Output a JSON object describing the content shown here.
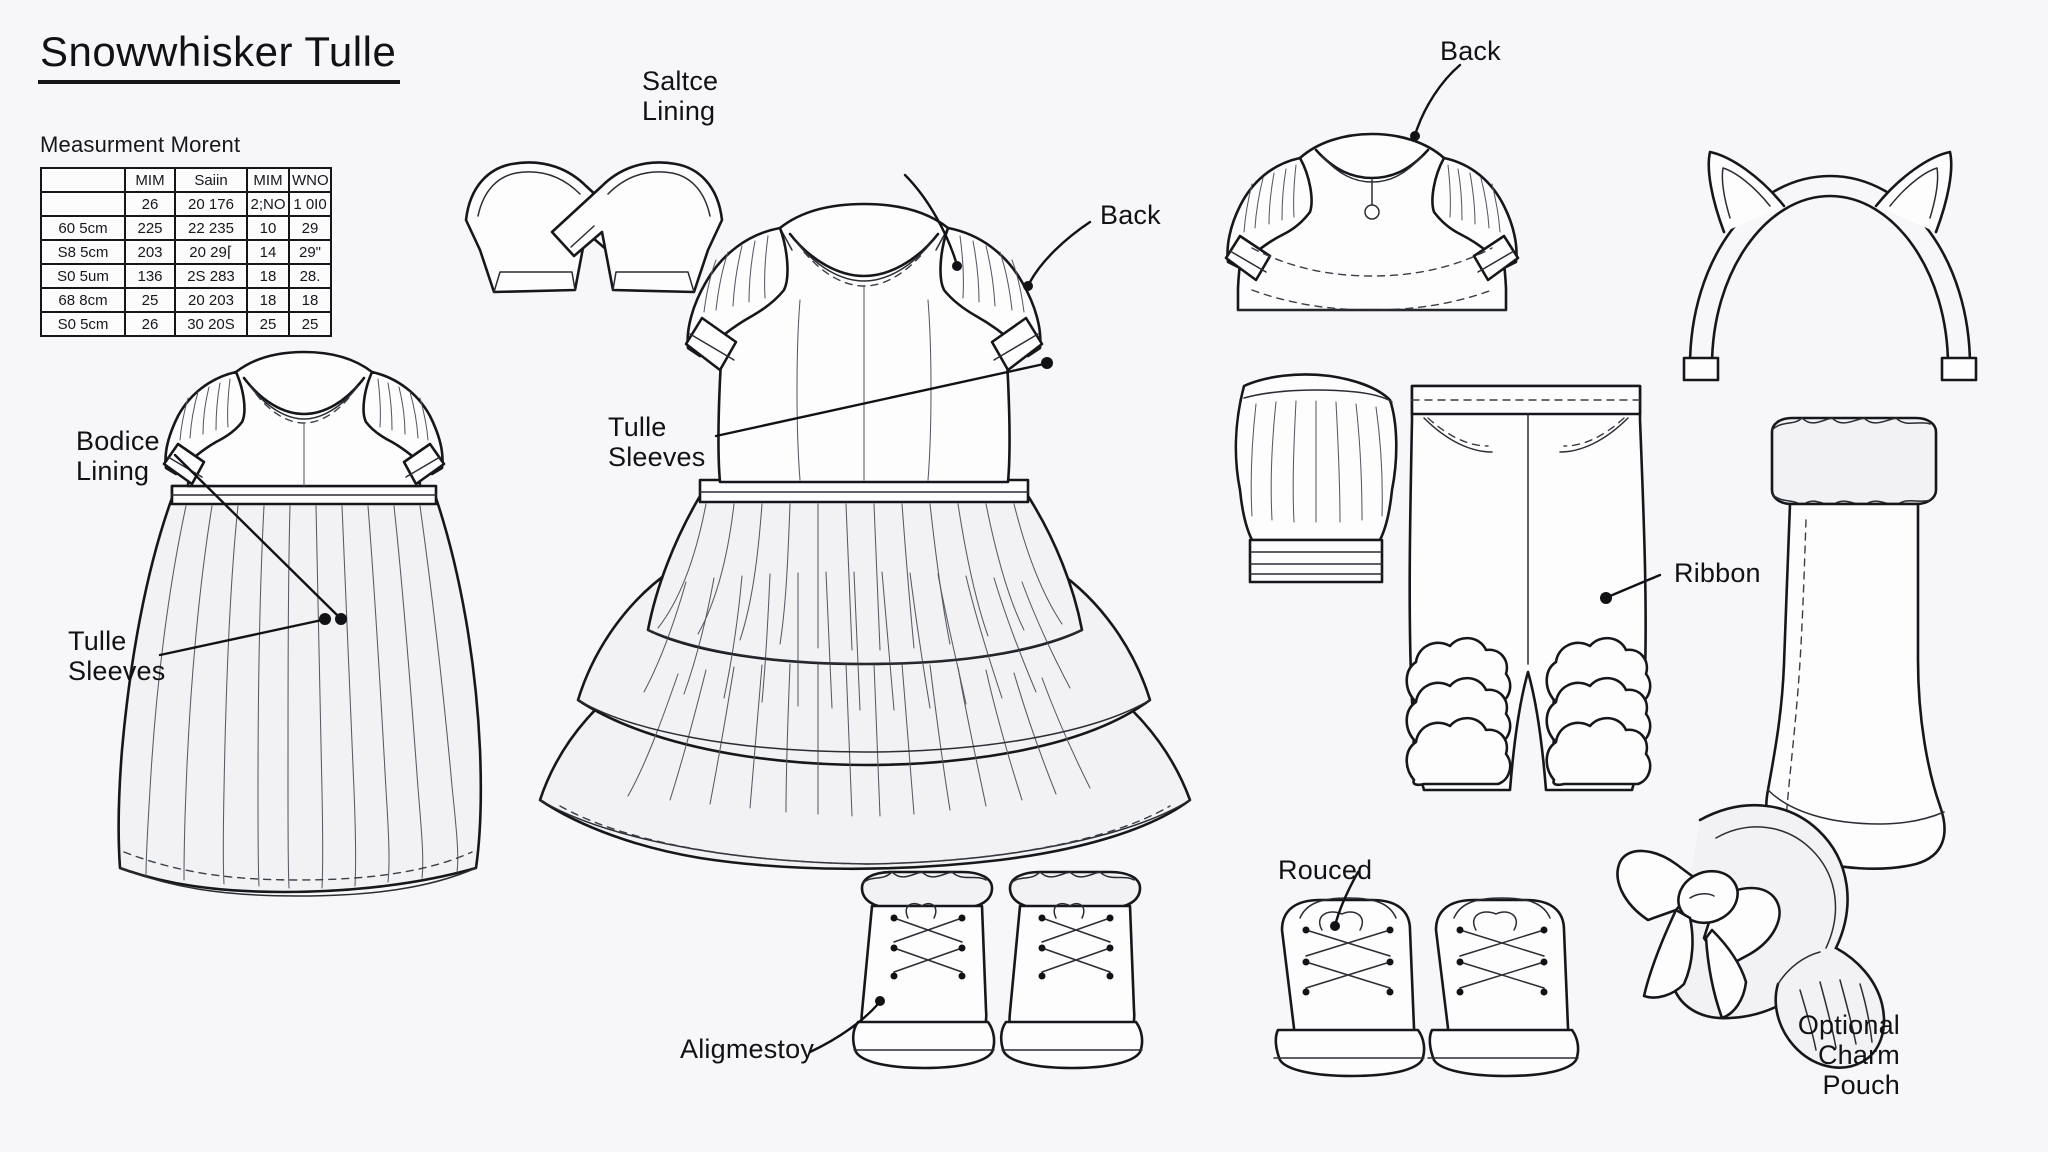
{
  "document": {
    "title": "Snowwhisker Tulle",
    "measurement_caption": "Measurment Morent"
  },
  "measurement_table": {
    "columns": [
      "",
      "MIM",
      "Saiin",
      "MIM",
      "WNO"
    ],
    "rows": [
      {
        "label": "",
        "cells": [
          "26",
          "20 176",
          "2;NO",
          "1 0I0"
        ]
      },
      {
        "label": "60 5cm",
        "cells": [
          "225",
          "22 235",
          "10",
          "29"
        ]
      },
      {
        "label": "S8 5cm",
        "cells": [
          "203",
          "20 29⌈",
          "14",
          "29\""
        ]
      },
      {
        "label": "S0 5um",
        "cells": [
          "136",
          "2S 283",
          "18",
          "28."
        ]
      },
      {
        "label": "68 8cm",
        "cells": [
          "25",
          "20 203",
          "18",
          "18"
        ]
      },
      {
        "label": "S0 5cm",
        "cells": [
          "26",
          "30 20S",
          "25",
          "25"
        ]
      }
    ]
  },
  "annotations": [
    {
      "id": "satice-lining",
      "text": "Saltce\nLining"
    },
    {
      "id": "back-dress",
      "text": "Back"
    },
    {
      "id": "back-top",
      "text": "Back"
    },
    {
      "id": "tulle-sleeves-center",
      "text": "Tulle\nSleeves"
    },
    {
      "id": "bodice-lining",
      "text": "Bodice\nLining"
    },
    {
      "id": "tulle-sleeves-left",
      "text": "Tulle\nSleeves"
    },
    {
      "id": "ribbon",
      "text": "Ribbon"
    },
    {
      "id": "rouced",
      "text": "Rouced"
    },
    {
      "id": "aligmestoy",
      "text": "Aligmestoy"
    },
    {
      "id": "charm-pouch",
      "text": "Optional\nCharm Pouch"
    }
  ],
  "garments": [
    {
      "id": "sleeve-pattern-piece",
      "name": "Sleeve pattern pieces"
    },
    {
      "id": "center-tulle-dress",
      "name": "Tiered tulle dress, front"
    },
    {
      "id": "left-dress",
      "name": "Gathered skirt dress, front"
    },
    {
      "id": "back-top",
      "name": "Puff sleeve top, back"
    },
    {
      "id": "cat-ear-headband",
      "name": "Cat ear headband"
    },
    {
      "id": "bloomers",
      "name": "Bloomers"
    },
    {
      "id": "ruffle-pants",
      "name": "Cloud cuff pants"
    },
    {
      "id": "fur-stocking",
      "name": "Fur cuff stocking"
    },
    {
      "id": "fur-boots",
      "name": "Fur trim boots"
    },
    {
      "id": "lace-shoes",
      "name": "Lace-up shoes"
    },
    {
      "id": "charm-pouch",
      "name": "Bow tail charm pouch"
    }
  ],
  "palette": {
    "background": "#f7f7f9",
    "ink": "#15171b",
    "tint": "#f2f2f5"
  }
}
